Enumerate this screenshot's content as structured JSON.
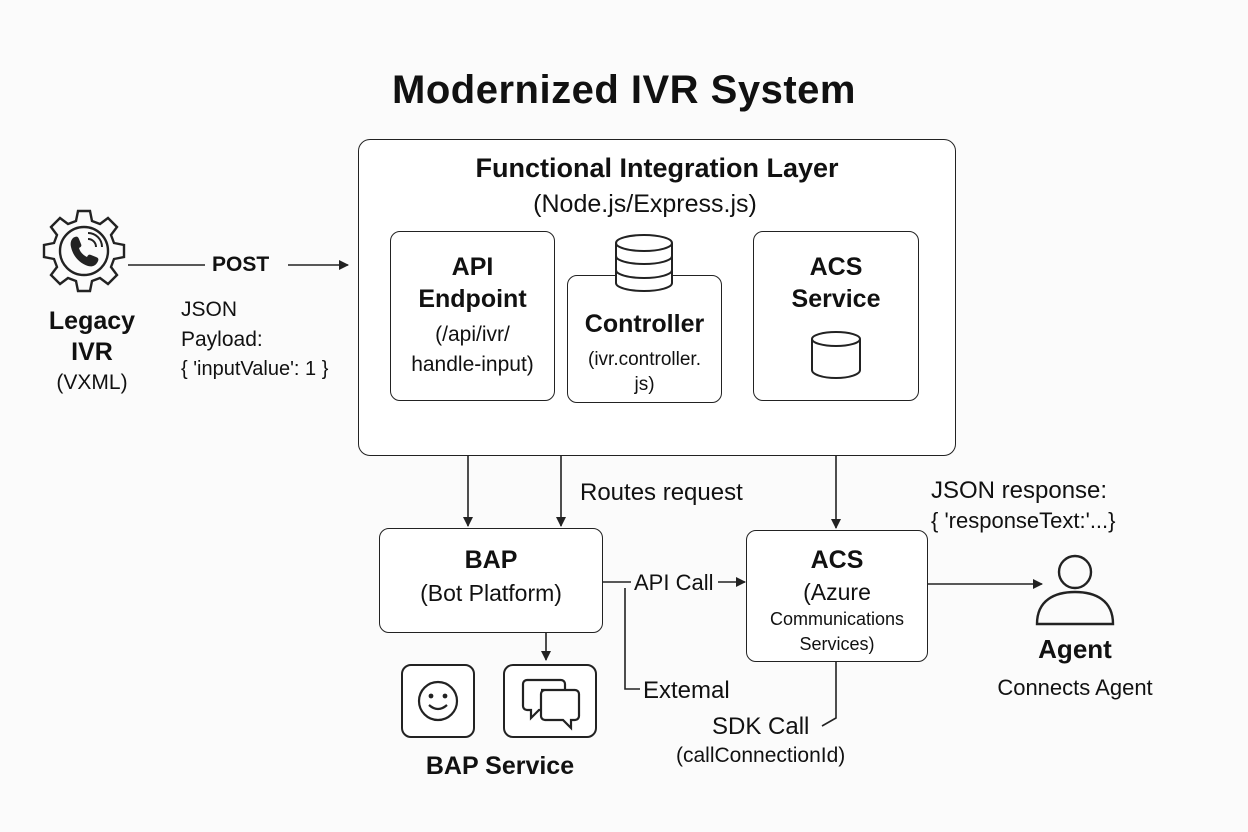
{
  "title": "Modernized IVR System",
  "legacy": {
    "l1": "Legacy",
    "l2": "IVR",
    "l3": "(VXML)"
  },
  "post": {
    "label": "POST",
    "payload_1": "JSON",
    "payload_2": "Payload:",
    "payload_3": "{ 'inputValue': 1 }"
  },
  "fil": {
    "title": "Functional Integration Layer",
    "subtitle": "(Node.js/Express.js)",
    "api": {
      "l1": "API",
      "l2": "Endpoint",
      "l3": "(/api/ivr/",
      "l4": "handle-input)"
    },
    "controller": {
      "l1": "Controller",
      "l2": "(ivr.controller.",
      "l3": "js)"
    },
    "acs_service": {
      "l1": "ACS",
      "l2": "Service"
    }
  },
  "routes_label": "Routes request",
  "bap": {
    "l1": "BAP",
    "l2": "(Bot Platform)",
    "service_label": "BAP Service"
  },
  "api_call_label": "API Call",
  "external_label": "Extemal",
  "acs": {
    "l1": "ACS",
    "l2": "(Azure",
    "l3": "Communications",
    "l4": "Services)"
  },
  "sdk": {
    "l1": "SDK Call",
    "l2": "(callConnectionId)"
  },
  "json_response": {
    "l1": "JSON response:",
    "l2": "{ 'responseText:'...}"
  },
  "agent": {
    "l1": "Agent",
    "l2": "Connects Agent"
  }
}
